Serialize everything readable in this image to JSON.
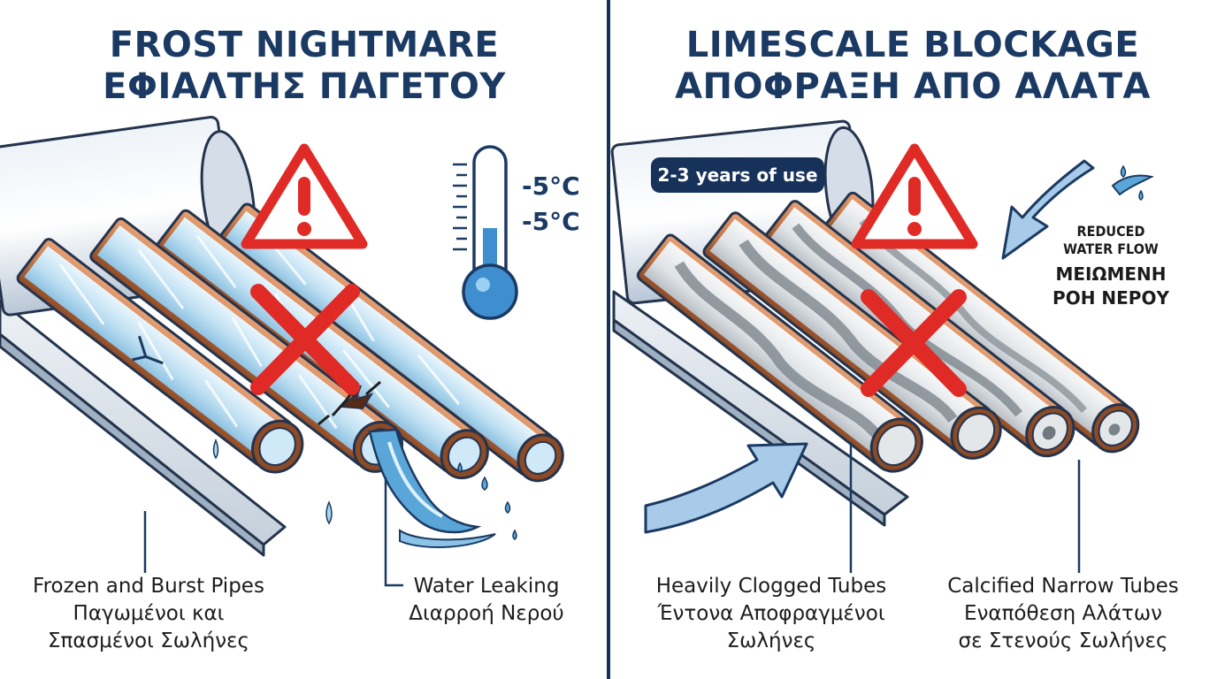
{
  "left_panel": {
    "title_en": "FROST NIGHTMARE",
    "title_el": "ΕΦΙΑΛΤΗΣ ΠΑΓΕΤΟΥ",
    "temp_reading_1": "-5°C",
    "temp_reading_2": "-5°C",
    "caption_frozen_en": "Frozen and Burst Pipes",
    "caption_frozen_el_1": "Παγωμένοι και",
    "caption_frozen_el_2": "Σπασμένοι Σωλήνες",
    "caption_leak_en": "Water Leaking",
    "caption_leak_el": "Διαρροή Νερού"
  },
  "right_panel": {
    "title_en": "LIMESCALE BLOCKAGE",
    "title_el": "ΑΠΟΦΡΑΞΗ ΑΠΟ ΑΛΑΤΑ",
    "badge": "2-3 years of use",
    "flow_en_1": "REDUCED",
    "flow_en_2": "WATER FLOW",
    "flow_el_1": "ΜΕΙΩΜΕΝΗ",
    "flow_el_2": "ΡΟΗ ΝΕΡΟΥ",
    "caption_clogged_en": "Heavily Clogged Tubes",
    "caption_clogged_el_1": "Έντονα Αποφραγμένοι",
    "caption_clogged_el_2": "Σωλήνες",
    "caption_calc_en": "Calcified Narrow Tubes",
    "caption_calc_el_1": "Εναπόθεση Αλάτων",
    "caption_calc_el_2": "σε Στενούς Σωλήνες"
  },
  "colors": {
    "title_navy": "#1b3a63",
    "divider": "#17325a",
    "warning_red": "#e02a26",
    "copper": "#c67b4c",
    "ice_blue": "#bfe0f2",
    "limescale": "#dfe3e6",
    "water_blue": "#5aa6d8"
  },
  "icons": [
    "warning-triangle-icon",
    "red-x-icon",
    "thermometer-icon",
    "flow-arrow-icon",
    "water-splash-icon"
  ]
}
